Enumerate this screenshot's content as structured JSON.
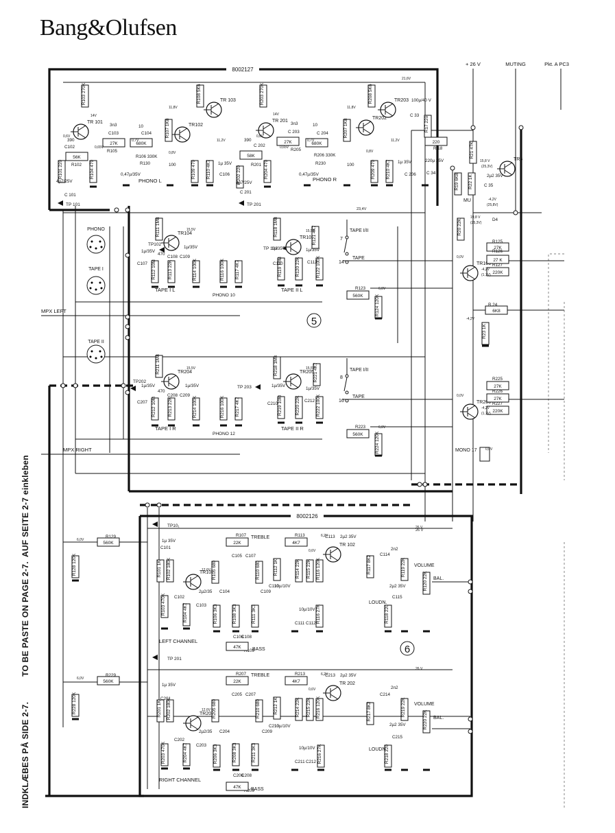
{
  "brand": "Bang&Olufsen",
  "side_text": {
    "german": "AUF SEITE 2-7 einkleben",
    "english": "TO BE PASTE ON PAGE 2-7.",
    "danish": "INDKLÆBES PÅ SIDE 2-7."
  },
  "boards": {
    "upper": "8002127",
    "lower": "8002126",
    "upper_mark": "5",
    "lower_mark": "6"
  },
  "supply": {
    "plus26": "+ 26 V",
    "muting": "MUTING",
    "pkt": "Pkt. A  PC3",
    "v26": "26 V",
    "v234": "23,4V"
  },
  "signals": {
    "mpx_left": "MPX  LEFT",
    "mpx_right": "MPX      RIGHT",
    "mono": "MONO 17",
    "phono10": "PHONO 10",
    "phono12": "PHONO 12",
    "tape_i_ii_a": "TAPE  I/II",
    "tape_i_ii_b": "TAPE  I/II",
    "tape_a": "TAPE",
    "tape_b": "TAPE",
    "pin7": "7",
    "pin14": "14",
    "pin8": "8",
    "pin16": "16",
    "mu": "MU"
  },
  "sockets": {
    "phono": "PHONO",
    "tape1": "TAPE I",
    "tape2": "TAPE II"
  },
  "section_labels": {
    "phono_l": "PHONO  L",
    "phono_r": "PHONO  R",
    "tape_i_l": "TAPE  I  L",
    "tape_ii_l": "TAPE  II  L",
    "tape_i_r": "TAPE  I  R",
    "tape_ii_r": "TAPE  II  R",
    "left_channel": "LEFT  CHANNEL",
    "right_channel": "RIGHT  CHANNEL",
    "treble_l": "TREBLE",
    "treble_r": "TREBLE",
    "bass_l": "BASS",
    "bass_r": "BASS",
    "volume_l": "VOLUME",
    "volume_r": "VOLUME",
    "bal_l": "BAL.",
    "bal_r": "BAL.",
    "loudn_l": "LOUDN.",
    "loudn_r": "LOUDN."
  },
  "test_points": {
    "tp101": "TP 101",
    "tp201": "TP 201",
    "tp102": "TP102",
    "tp103": "TP 103",
    "tp202": "TP202",
    "tp203": "TP 203",
    "tp101b": "TP10₁",
    "tp201b": "TP 201"
  },
  "transistors": {
    "tr101": "TR 101",
    "tr102": "TR102",
    "tr103": "TR 103",
    "tr201": "TR 201",
    "tr202": "TR202",
    "tr203": "TR203",
    "tr104": "TR104",
    "tr105": "TR105",
    "tr204": "TR204",
    "tr205": "TR205",
    "tr5": "TR5",
    "tr106": "TR106",
    "tr206": "TR206",
    "tr101b": "TR101",
    "tr102b": "TR 102",
    "tr201b": "TR201",
    "tr202b": "TR 202"
  },
  "parts": {
    "r103": "R103 270K",
    "r108": "R108 5K6",
    "r104": "R104 470",
    "r107": "R107 1K8",
    "r105": "27K",
    "r105l": "R105",
    "r106": "680K",
    "r106l": "R106 330K",
    "r130": "R130",
    "r101": "R101 220",
    "r102": "56K",
    "r102l": "R102",
    "r109": "R109 470",
    "r110": "R110 4K7",
    "c102": "390",
    "c102l": "C102",
    "c103": "3n3",
    "c103l": "C103",
    "c104": "10",
    "c104l": "C104",
    "c101": "4µ7/25V",
    "c101l": "C 101",
    "c115": "0,47µ/35V",
    "c105": "100",
    "c106": "1µ 35V",
    "c106l": "C106",
    "r203": "R203 270K",
    "r208": "R208 5K6",
    "r204": "R204 470",
    "r207": "R207 1K8",
    "r205": "27K",
    "r205l": "R205",
    "r206": "680K",
    "r206l": "R206 330K",
    "r230": "R230",
    "r201": "58K",
    "r201l": "R201",
    "r202": "R202 220",
    "r209": "R209 470",
    "r210": "R210 4K7",
    "c202": "390",
    "c202l": "C 202",
    "c203": "3n3",
    "c203l": "C 203",
    "c204": "10",
    "c204l": "C 204",
    "c201": "4µ7/25V",
    "c201l": "C 201",
    "c215": "0,47µ/35V",
    "c205": "100",
    "c206": "1µ 35V",
    "c206l": "C 206",
    "c33": "100µ/40 V",
    "c33l": "C 33",
    "r17": "R17 220",
    "r18": "220",
    "r18l": "R 18",
    "c34": "220µ 25V",
    "c34l": "C 34",
    "r21": "R21 47K",
    "r19": "R19 6K8",
    "r22": "R22 1K",
    "c35": "2µ2 35V",
    "c35l": "C 35",
    "r20": "R20 22K",
    "d4": "D4",
    "r111": "R111 1M8",
    "r112": "R112 10M",
    "r113": "R113 22K",
    "r114": "R114 100K",
    "r116": "R116 100K",
    "r117": "R117 4K7",
    "c107": "C107",
    "c107v": "1µ/35V",
    "c108": "C108",
    "c109": "C109",
    "c109v": "1µ/35V",
    "r115": "470",
    "r118": "R118 1M8",
    "r119": "R119 10M",
    "r120": "R120 22K",
    "r121": "R121 4K7",
    "r122": "R122 100K",
    "c110": "C110",
    "c110v": "1µ/35V",
    "c112": "C112",
    "c112v": "1µ/35V",
    "r123": "R123",
    "r123v": "560K",
    "r124": "R124 120K",
    "r125": "R125",
    "r125v": "27K",
    "r126": "R126",
    "r126v": "27 K",
    "r127": "R127",
    "r127v": "220K",
    "r24": "R 24",
    "r24v": "6K8",
    "r23": "R23 1K",
    "r211": "R211 1M8",
    "r212": "R212 10M",
    "r213": "R213 22K",
    "r214": "R214 100K",
    "r216": "R216 100K",
    "r217": "R217 4K7",
    "c207": "C207",
    "c207v": "1µ/35V",
    "c208": "C208",
    "c209": "C209",
    "c209v": "1µ/35V",
    "r215": "470",
    "r218": "R218 1M8",
    "r219": "R219 10M",
    "r220": "R220 22K",
    "r221": "R221 4K7",
    "r222": "R222 100K",
    "c210": "C210",
    "c210v": "1µ/35V",
    "c212": "C212",
    "c212v": "1µ/35V",
    "r223": "R223",
    "r223v": "560K",
    "r224": "R224 120K",
    "r225": "R225",
    "r225v": "27K",
    "r226": "R226",
    "r226v": "27K",
    "r227": "R227",
    "r227v": "220K",
    "lr129": "R129",
    "lr129v": "560K",
    "lr128": "R128 120K",
    "lr101": "R101 1K",
    "lr102": "R102 180K",
    "lr103": "R103 470K",
    "lr104": "R104 4K7",
    "lc101": "C101",
    "lc101v": "1µ 35V",
    "lc102": "C102",
    "lc103": "C103",
    "lc103v": "2µ2/35",
    "lr105": "R105 680",
    "lr106": "R106 3K3",
    "lr107": "R107",
    "lr107v": "22K",
    "lr108": "R108 3K3",
    "lr109": "R109",
    "lr109v": "47K",
    "lr110": "R110 680",
    "lr111": "R111 3K3",
    "lc104": "C104",
    "lc105": "C105",
    "lc106": "C106",
    "lc107": "C107",
    "lc108": "C108",
    "lc109": "C109",
    "lc110": "C110",
    "lc110v": "10µ/10V",
    "lr112": "R112 1K",
    "lr113": "R113",
    "lr113v": "4K7",
    "lc113": "C113",
    "lc113v": "2µ2 35V",
    "lr114": "R114 22K",
    "lr115": "R115 22K",
    "lr116": "R116 120K",
    "lr116b": "R116 27K",
    "lc111": "C111",
    "lc112": "C112",
    "lc112v": "10µ/10V",
    "lr117": "R117 8K2",
    "lc114": "C114",
    "lc114v": "2n2",
    "lr118": "R118 220",
    "lc115": "C115",
    "lc115v": "2µ2 35V",
    "lr119": "R119 22K",
    "lr120": "R120 22K",
    "lr229": "R229",
    "lr229v": "560K",
    "lr228": "R228 120K",
    "lr201": "R201 1K",
    "lr202": "R202 180K",
    "lr203": "R203 470K",
    "lr204": "R204 4K7",
    "lc201": "C201",
    "lc201v": "1µ 35V",
    "lc202": "C202",
    "lc203": "C203",
    "lc203v": "2µ2/35",
    "lr205": "R205 680",
    "lr206": "R206 3K3",
    "lr207": "R207",
    "lr207v": "22K",
    "lr208": "R208 3K3",
    "lr209": "R209",
    "lr209v": "47K",
    "lr210": "R210 680",
    "lr211": "R211 3K3",
    "lc204": "C204",
    "lc205": "C205",
    "lc206": "C206",
    "lc207": "C207",
    "lc208": "C208",
    "lc209": "C209",
    "lc210": "C210",
    "lc210v": "10µ/10V",
    "lr212": "R212 1K",
    "lr213": "R213",
    "lr213v": "4K7",
    "lc213": "C213",
    "lc213v": "2µ2 35V",
    "lr214": "R214 22K",
    "lr215": "R215 22K",
    "lr216": "R216 120K",
    "lr216b": "R216 27K",
    "lc211": "C211",
    "lc212": "C212",
    "lc212v": "10µ/10V",
    "lr217": "R217 8K2",
    "lc214": "C214",
    "lc214v": "2n2",
    "lr218": "R218 220",
    "lc215": "C215",
    "lc215v": "2µ2 35V",
    "lr219": "R219 22K",
    "lr220": "R220 22K"
  },
  "voltages": {
    "v14a": "14V",
    "v11a": "11,8V",
    "v06a": "0,6V",
    "v05a": "0,65V",
    "v07a": "0,7V",
    "v112a": "11,2V",
    "v08a": "0,8V",
    "v14b": "14V",
    "v11b": "11,8V",
    "v06b": "0,6V",
    "v05b": "0,65V",
    "v07b": "0,7V",
    "v112b": "11,2V",
    "v08b": "0,8V",
    "v216": "21,6V",
    "v158": "15,8 V",
    "v253": "(25,3V)",
    "v42": "-4,2V",
    "v258": "(25,8V)",
    "v198": "19,8 V",
    "v253b": "(25,3V)",
    "v155a": "15,5V",
    "v155b": "15,5V",
    "v155c": "15,5V",
    "v155d": "15,5V",
    "v00a": "0,0V",
    "v42b": "-4,2V",
    "v00b": "0,0V",
    "v42c": "-4,2V",
    "v42d": "-4,2V",
    "v17a": "(1,7V)",
    "v00c": "0,0V",
    "v17b": "(1,7V)",
    "v60a": "6,0V",
    "v60b": "6,0V",
    "v60c": "6,0V",
    "v60d": "6,0V",
    "v26a": "26 V",
    "v62a": "6,2V",
    "v06c": "0,6V",
    "v126a": "12,6V",
    "v26b": "26 V",
    "v62b": "6,2V",
    "v06d": "0,6V",
    "v126b": "12,6V"
  }
}
